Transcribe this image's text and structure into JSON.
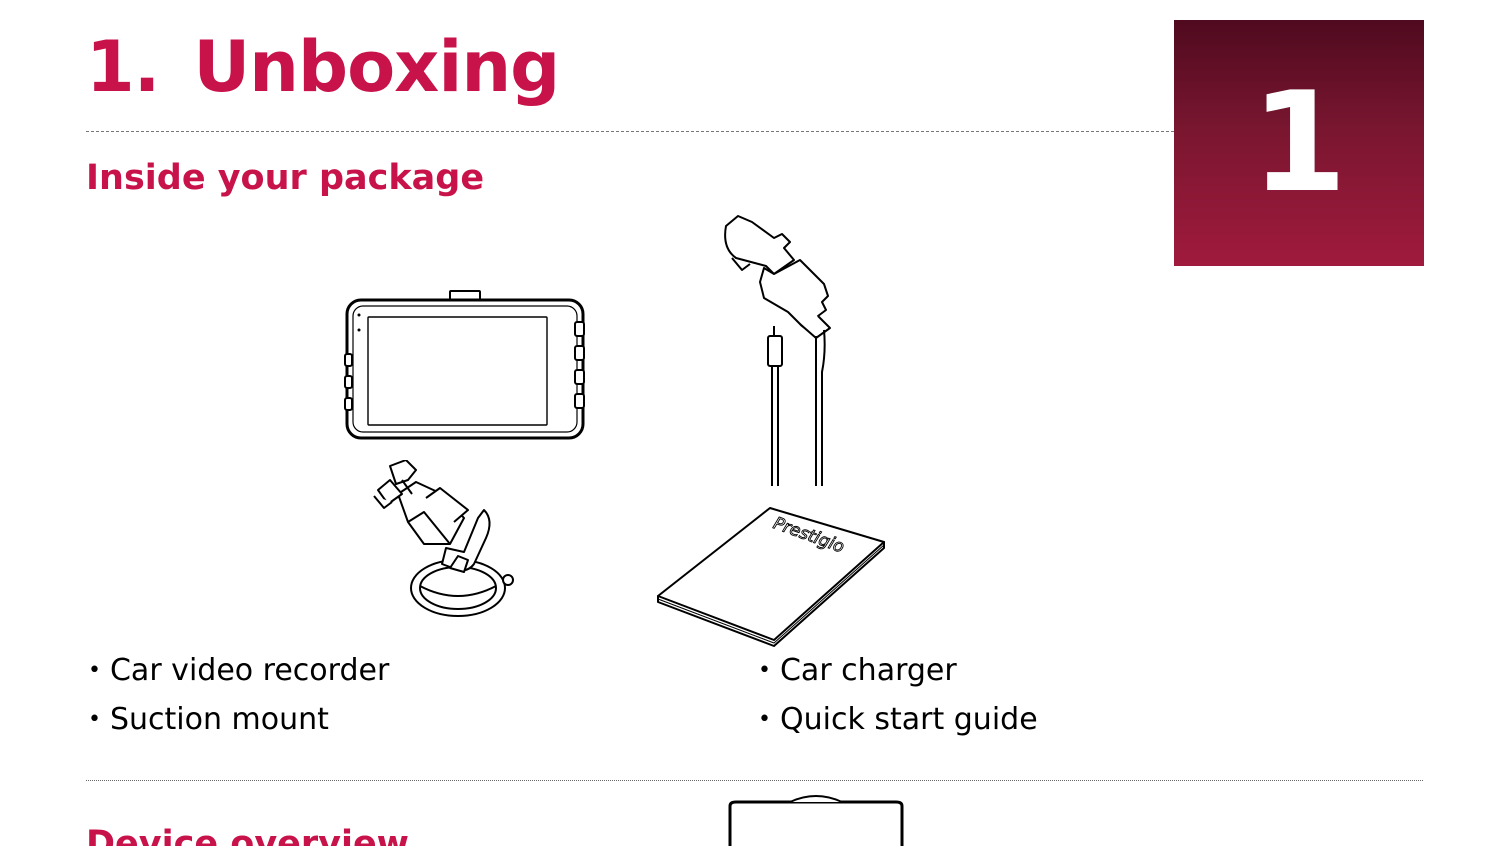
{
  "chapter": {
    "number": "1.",
    "title": "Unboxing",
    "tab_number": "1"
  },
  "section": {
    "title": "Inside your package"
  },
  "package_items": {
    "left": [
      {
        "label": "Car video recorder"
      },
      {
        "label": "Suction mount"
      }
    ],
    "right": [
      {
        "label": "Car charger"
      },
      {
        "label": "Quick start guide"
      }
    ]
  },
  "guide_illustration": {
    "brand_text": "Prestigio"
  },
  "next_section": {
    "title": "Device overview"
  },
  "colors": {
    "accent": "#c8124a",
    "tab_dark": "#4f0a1f",
    "tab_light": "#a01a3d"
  },
  "icons": [
    "dash-camera-icon",
    "car-charger-icon",
    "suction-mount-icon",
    "quick-start-guide-icon",
    "device-top-view-icon"
  ]
}
